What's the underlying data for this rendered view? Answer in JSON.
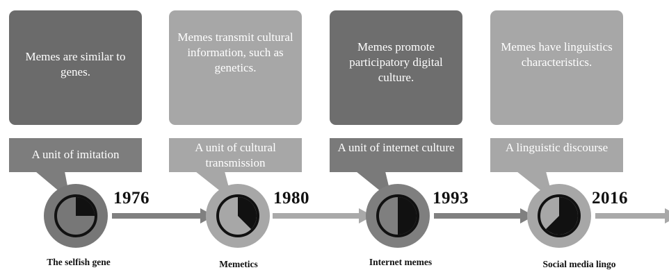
{
  "stages": [
    {
      "description": "Memes are similar to genes.",
      "definition": "A unit of imitation",
      "year": "1976",
      "label": "The selfish gene",
      "colors": {
        "box": "#6b6b6b",
        "callout": "#7d7d7d",
        "circle": "#777777"
      },
      "progress": 0.25
    },
    {
      "description": "Memes transmit cultural information, such as genetics.",
      "definition": "A unit of cultural transmission",
      "year": "1980",
      "label": "Memetics",
      "colors": {
        "box": "#a7a7a7",
        "callout": "#a7a7a7",
        "circle": "#a7a7a7"
      },
      "progress": 0.375
    },
    {
      "description": "Memes promote participatory digital culture.",
      "definition": "A unit of internet culture",
      "year": "1993",
      "label": "Internet memes",
      "colors": {
        "box": "#6e6e6e",
        "callout": "#7a7a7a",
        "circle": "#7f7f7f"
      },
      "progress": 0.5
    },
    {
      "description": "Memes have linguistics characteristics.",
      "definition": "A linguistic discourse",
      "year": "2016",
      "label": "Social media lingo",
      "colors": {
        "box": "#a7a7a7",
        "callout": "#a7a7a7",
        "circle": "#a7a7a7"
      },
      "progress": 0.625
    }
  ],
  "arrow_color": "#808080",
  "arrow_light_color": "#a9a9a9"
}
